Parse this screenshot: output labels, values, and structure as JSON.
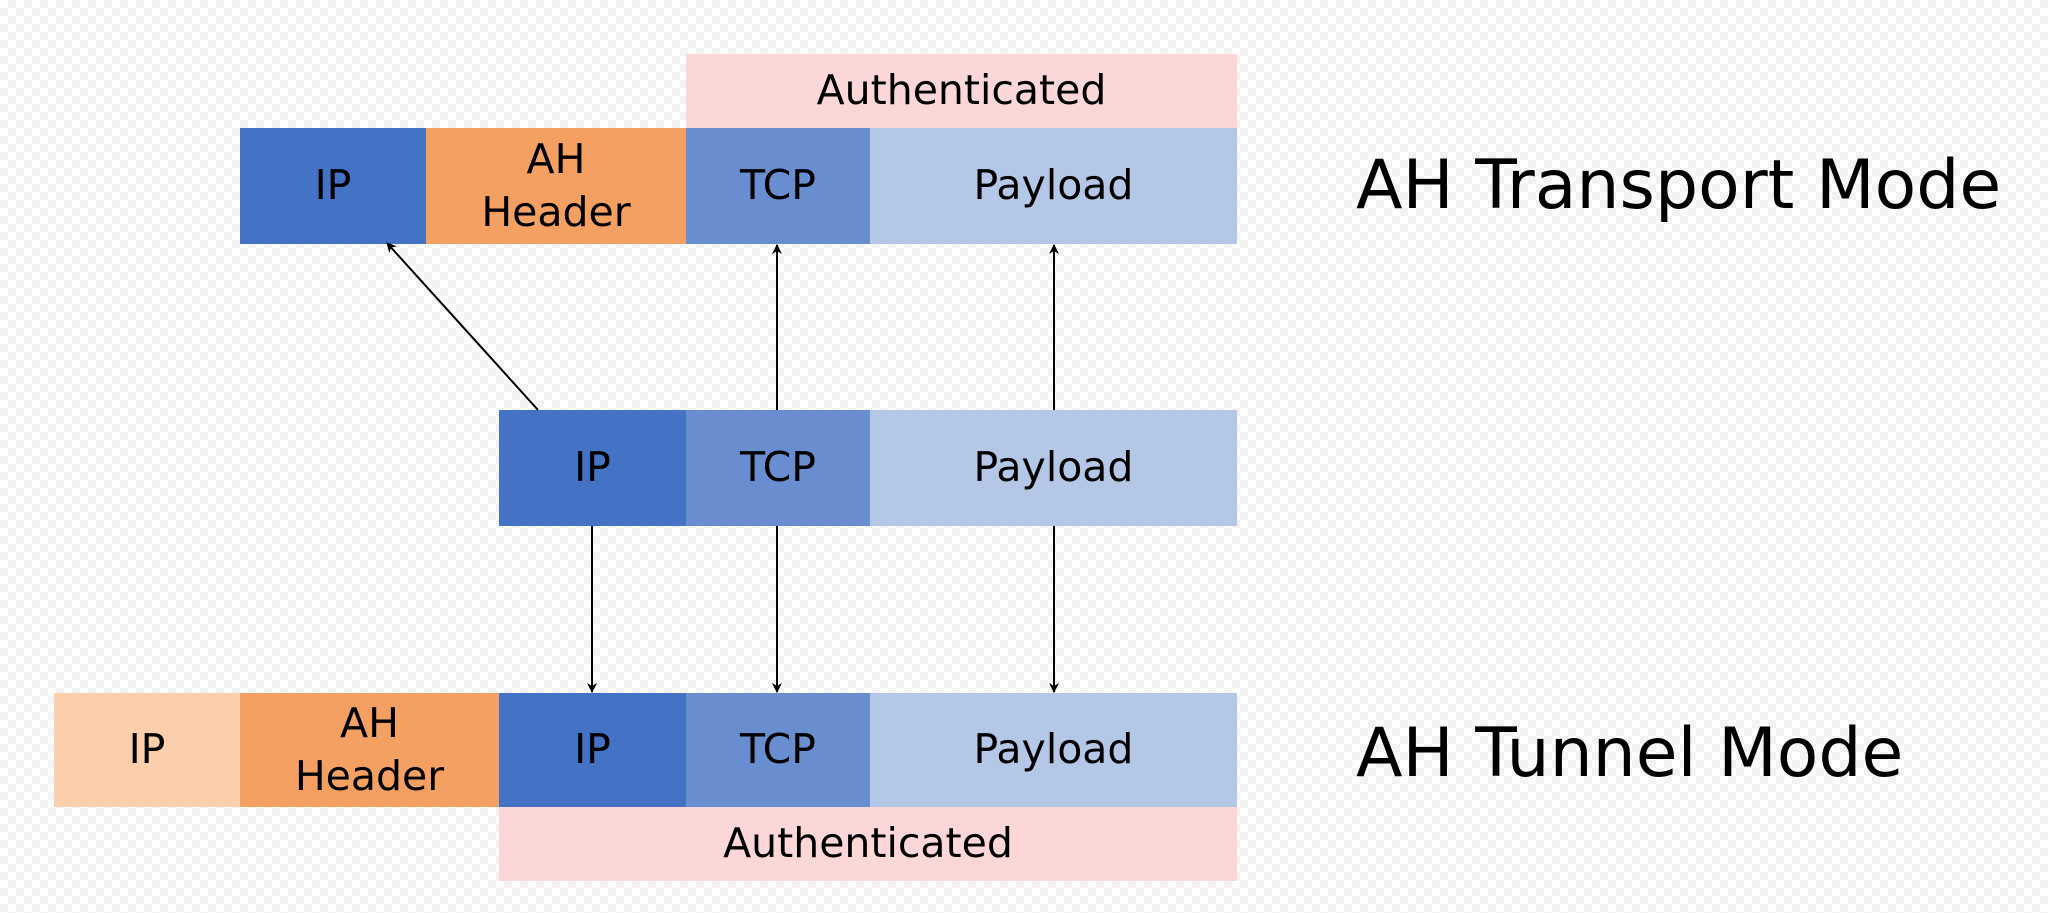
{
  "transport": {
    "mode_label": "AH Transport Mode",
    "authenticated_label": "Authenticated",
    "ip_label": "IP",
    "ah_label": "AH\nHeader",
    "tcp_label": "TCP",
    "payload_label": "Payload"
  },
  "original": {
    "ip_label": "IP",
    "tcp_label": "TCP",
    "payload_label": "Payload"
  },
  "tunnel": {
    "mode_label": "AH Tunnel Mode",
    "authenticated_label": "Authenticated",
    "new_ip_label": "IP",
    "ah_label": "AH\nHeader",
    "ip_label": "IP",
    "tcp_label": "TCP",
    "payload_label": "Payload"
  },
  "colors": {
    "ip_dark": "#4472c4",
    "tcp": "#698ed0",
    "payload": "#b4c7e7",
    "ah_header": "#f4a063",
    "ip_light": "#fbcfac",
    "authenticated": "#fcd7d7"
  }
}
